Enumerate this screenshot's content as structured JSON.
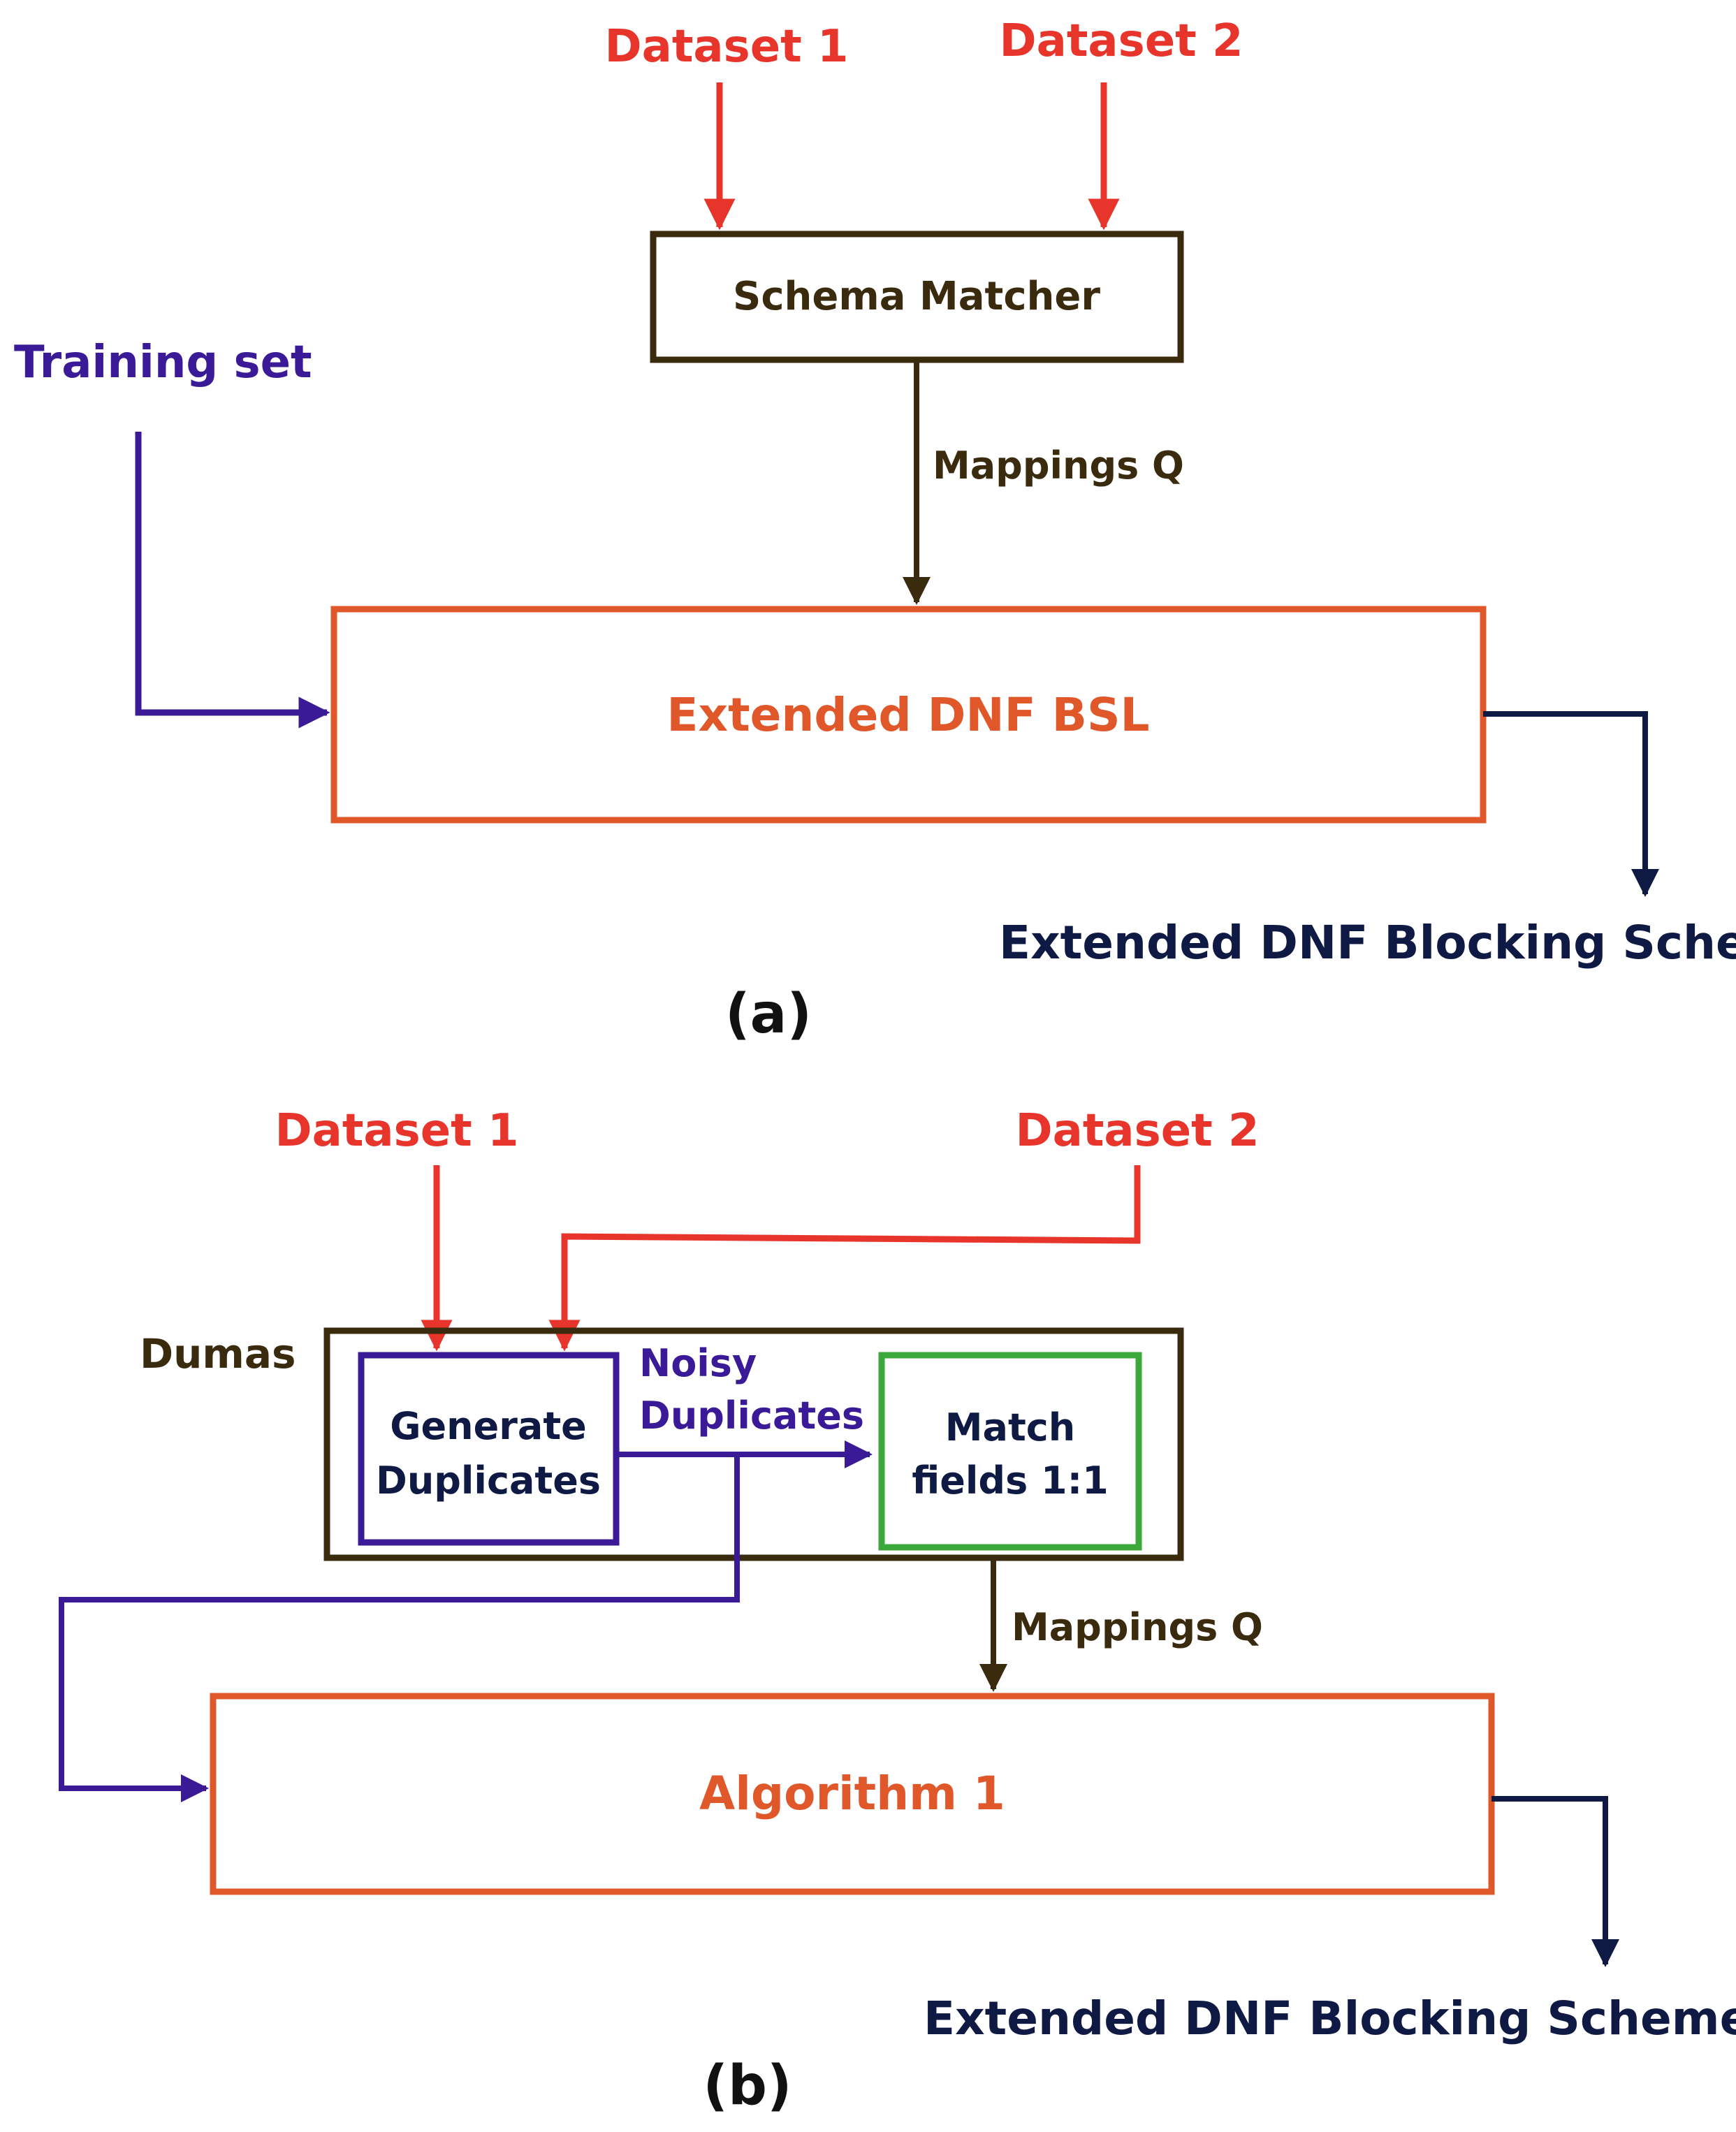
{
  "panel_a": {
    "dataset1": "Dataset 1",
    "dataset2": "Dataset 2",
    "schema_matcher": "Schema Matcher",
    "training_set": "Training set",
    "mappings": "Mappings Q",
    "extended_bsl": "Extended DNF BSL",
    "output": "Extended DNF Blocking Scheme",
    "caption": "(a)"
  },
  "panel_b": {
    "dataset1": "Dataset 1",
    "dataset2": "Dataset 2",
    "dumas": "Dumas",
    "generate_line1": "Generate",
    "generate_line2": "Duplicates",
    "noisy_line1": "Noisy",
    "noisy_line2": "Duplicates",
    "match_line1": "Match",
    "match_line2": "fields 1:1",
    "mappings": "Mappings Q",
    "algorithm": "Algorithm 1",
    "output": "Extended DNF Blocking Scheme",
    "caption": "(b)"
  },
  "colors": {
    "dataset_red": "#e8352c",
    "training_purple": "#3a1a96",
    "brown": "#3a2a0e",
    "orange": "#e0582a",
    "navy": "#0f1a44",
    "green": "#3aa83a"
  }
}
